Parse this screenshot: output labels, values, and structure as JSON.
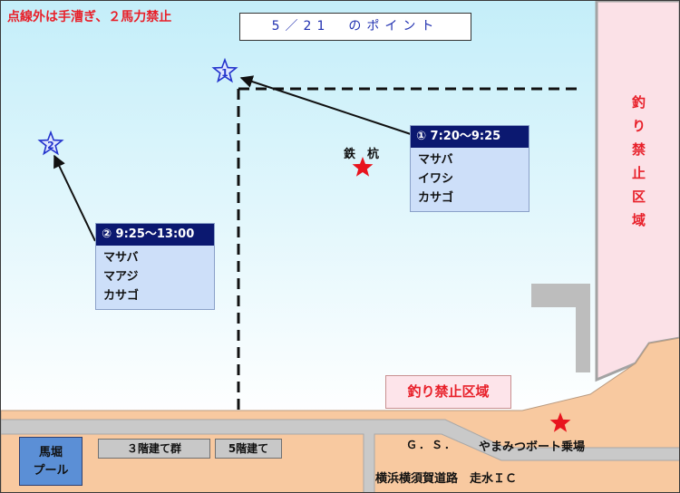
{
  "notice": "点線外は手漕ぎ、２馬力禁止",
  "title": "5／21　のポイント",
  "points": [
    {
      "marker": "1",
      "header": "①  7:20〜9:25",
      "fish": [
        "マサバ",
        "イワシ",
        "カサゴ"
      ]
    },
    {
      "marker": "2",
      "header": "②  9:25〜13:00",
      "fish": [
        "マサバ",
        "マアジ",
        "カサゴ"
      ]
    }
  ],
  "landmark": "鉄　杭",
  "no_fishing_zone": {
    "side_label": "釣り禁止区域",
    "shore_label": "釣り禁止区域"
  },
  "land": {
    "pool": {
      "line1": "馬堀",
      "line2": "プール"
    },
    "building_group": "３階建て群",
    "building": "5階建て",
    "gas_station": "Ｇ．Ｓ．",
    "boat_dock": "やまみつボート乗場",
    "highway_ic": "横浜横須賀道路　走水ＩＣ"
  },
  "colors": {
    "notice_red": "#e8202a",
    "title_blue": "#2030b0",
    "header_navy": "#0b1870",
    "list_bg": "#cddff9",
    "water_top": "#c4eef9",
    "land": "#f8c9a0",
    "no_fishing_zone": "#fbe1e7",
    "point_star": "#2233cc",
    "spot_star": "#e8141e"
  }
}
